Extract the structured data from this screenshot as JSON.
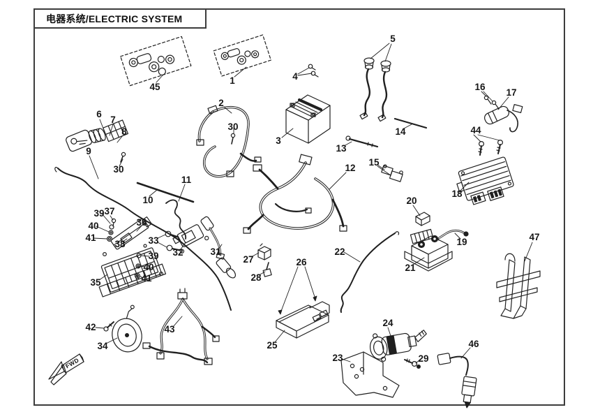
{
  "page": {
    "title": "电器系统/ELECTRIC SYSTEM"
  },
  "direction_marker": {
    "label": "FWD"
  },
  "callouts": {
    "1": "1",
    "2": "2",
    "3": "3",
    "4": "4",
    "5": "5",
    "6": "6",
    "7": "7",
    "8": "8",
    "9": "9",
    "10": "10",
    "11": "11",
    "12": "12",
    "13": "13",
    "14": "14",
    "15": "15",
    "16": "16",
    "17": "17",
    "18": "18",
    "19": "19",
    "20": "20",
    "21": "21",
    "22": "22",
    "23": "23",
    "24": "24",
    "25": "25",
    "26": "26",
    "27": "27",
    "28": "28",
    "29": "29",
    "30": "30",
    "31": "31",
    "32": "32",
    "33": "33",
    "34": "34",
    "35": "35",
    "36": "36",
    "37": "37",
    "38": "38",
    "39": "39",
    "40": "40",
    "41": "41",
    "42": "42",
    "43": "43",
    "44": "44",
    "45": "45",
    "46": "46",
    "47": "47"
  }
}
